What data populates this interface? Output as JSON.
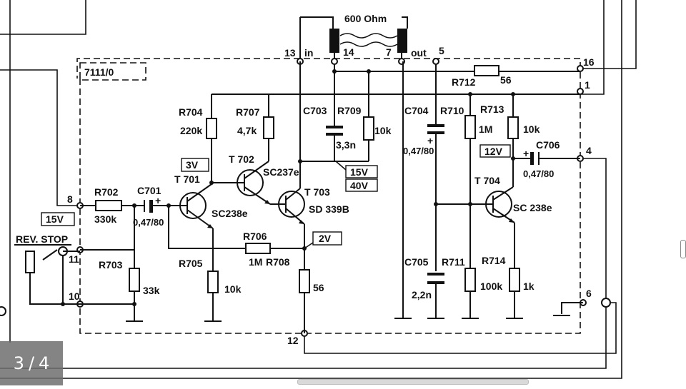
{
  "viewer": {
    "page_current": "3",
    "page_separator": "/",
    "page_total": "4"
  },
  "schematic": {
    "module_id": "7111/0",
    "transformer_label": "600 Ohm",
    "transformer_in": "in",
    "transformer_out": "out",
    "rev_stop": "REV. STOP",
    "pins": [
      "13",
      "14",
      "7",
      "5",
      "16",
      "1",
      "4",
      "8",
      "11",
      "10",
      "12",
      "6"
    ],
    "resistors": {
      "R702": {
        "name": "R702",
        "value": "330k"
      },
      "R703": {
        "name": "R703",
        "value": "33k"
      },
      "R704": {
        "name": "R704",
        "value": "220k"
      },
      "R705": {
        "name": "R705",
        "value": "10k"
      },
      "R706": {
        "name": "R706",
        "value": "1M"
      },
      "R707": {
        "name": "R707",
        "value": "4,7k"
      },
      "R708": {
        "name": "R708",
        "value": "56"
      },
      "R709": {
        "name": "R709",
        "value": "10k"
      },
      "R710": {
        "name": "R710",
        "value": "1M"
      },
      "R711": {
        "name": "R711",
        "value": "100k"
      },
      "R712": {
        "name": "R712",
        "value": "56"
      },
      "R713": {
        "name": "R713",
        "value": "10k"
      },
      "R714": {
        "name": "R714",
        "value": "1k"
      }
    },
    "capacitors": {
      "C701": {
        "name": "C701",
        "value": "0,47/80"
      },
      "C703": {
        "name": "C703",
        "value": "3,3n"
      },
      "C704": {
        "name": "C704",
        "value": "0,47/80"
      },
      "C705": {
        "name": "C705",
        "value": "2,2n"
      },
      "C706": {
        "name": "C706",
        "value": "0,47/80"
      }
    },
    "transistors": {
      "T701": {
        "name": "T 701",
        "type": "SC238e"
      },
      "T702": {
        "name": "T 702",
        "type": "SC237e"
      },
      "T703": {
        "name": "T 703",
        "type": "SD 339B"
      },
      "T704": {
        "name": "T 704",
        "type": "SC 238e"
      }
    },
    "voltages": {
      "v_input": "15V",
      "v_t701": "3V",
      "v_t703_a": "15V",
      "v_t703_b": "40V",
      "v_r708": "2V",
      "v_t704": "12V"
    },
    "plus_sign": "+"
  }
}
